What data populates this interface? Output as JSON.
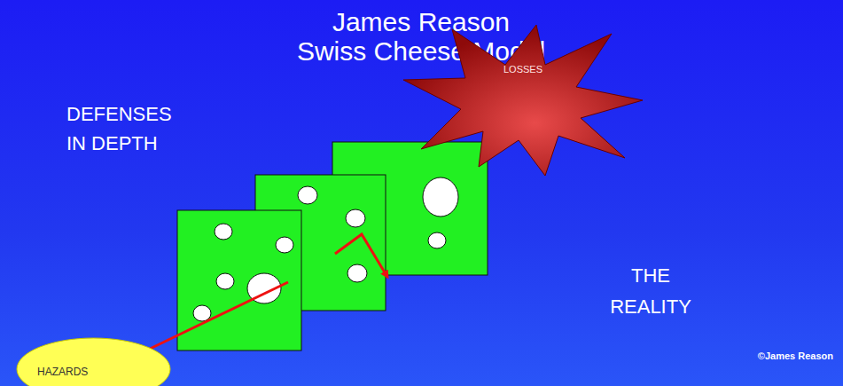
{
  "diagram": {
    "title": "James Reason Swiss Cheese Model",
    "nodes": [
      {
        "text": [
          "LOSSES"
        ]
      },
      {
        "text": [
          "HAZARDS"
        ]
      }
    ],
    "labels": [
      "DEFENSES IN DEPTH",
      "THE REALITY",
      "©James Reason"
    ]
  }
}
